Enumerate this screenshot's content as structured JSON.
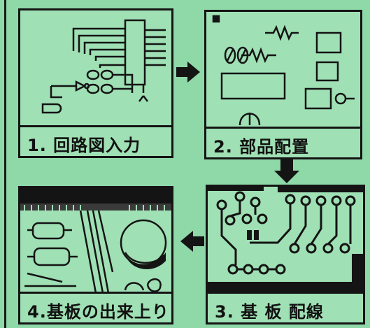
{
  "steps": [
    {
      "label": "1. 回路図入力"
    },
    {
      "label": "2. 部品配置"
    },
    {
      "label": "3. 基 板 配線"
    },
    {
      "label": "4.基板の出来上り"
    }
  ],
  "arrows": [
    {
      "direction": "right"
    },
    {
      "direction": "down"
    },
    {
      "direction": "left"
    }
  ],
  "colors": {
    "background": "#8fd8a8",
    "panel": "#9fe0b4",
    "ink": "#141414"
  }
}
